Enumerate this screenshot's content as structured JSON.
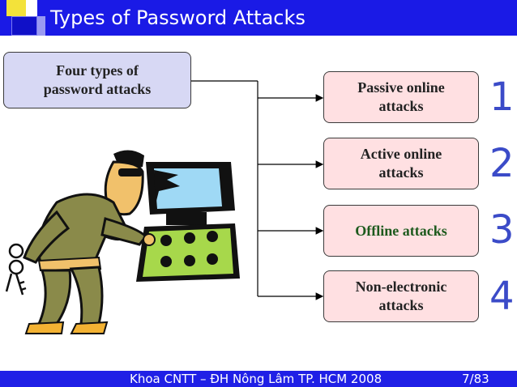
{
  "header": {
    "title": "Types of Password Attacks",
    "color": "#1a1ae6"
  },
  "diagram": {
    "root": "Four types of\npassword attacks",
    "attacks": [
      {
        "label": "Passive online attacks",
        "number": "1"
      },
      {
        "label": "Active online attacks",
        "number": "2"
      },
      {
        "label": "Offline attacks",
        "number": "3"
      },
      {
        "label": "Non-electronic attacks",
        "number": "4"
      }
    ],
    "illustration": "hacker-at-computer-clipart"
  },
  "footer": {
    "text": "Khoa CNTT – ĐH Nông Lâm TP. HCM 2008",
    "page": "7/83"
  }
}
